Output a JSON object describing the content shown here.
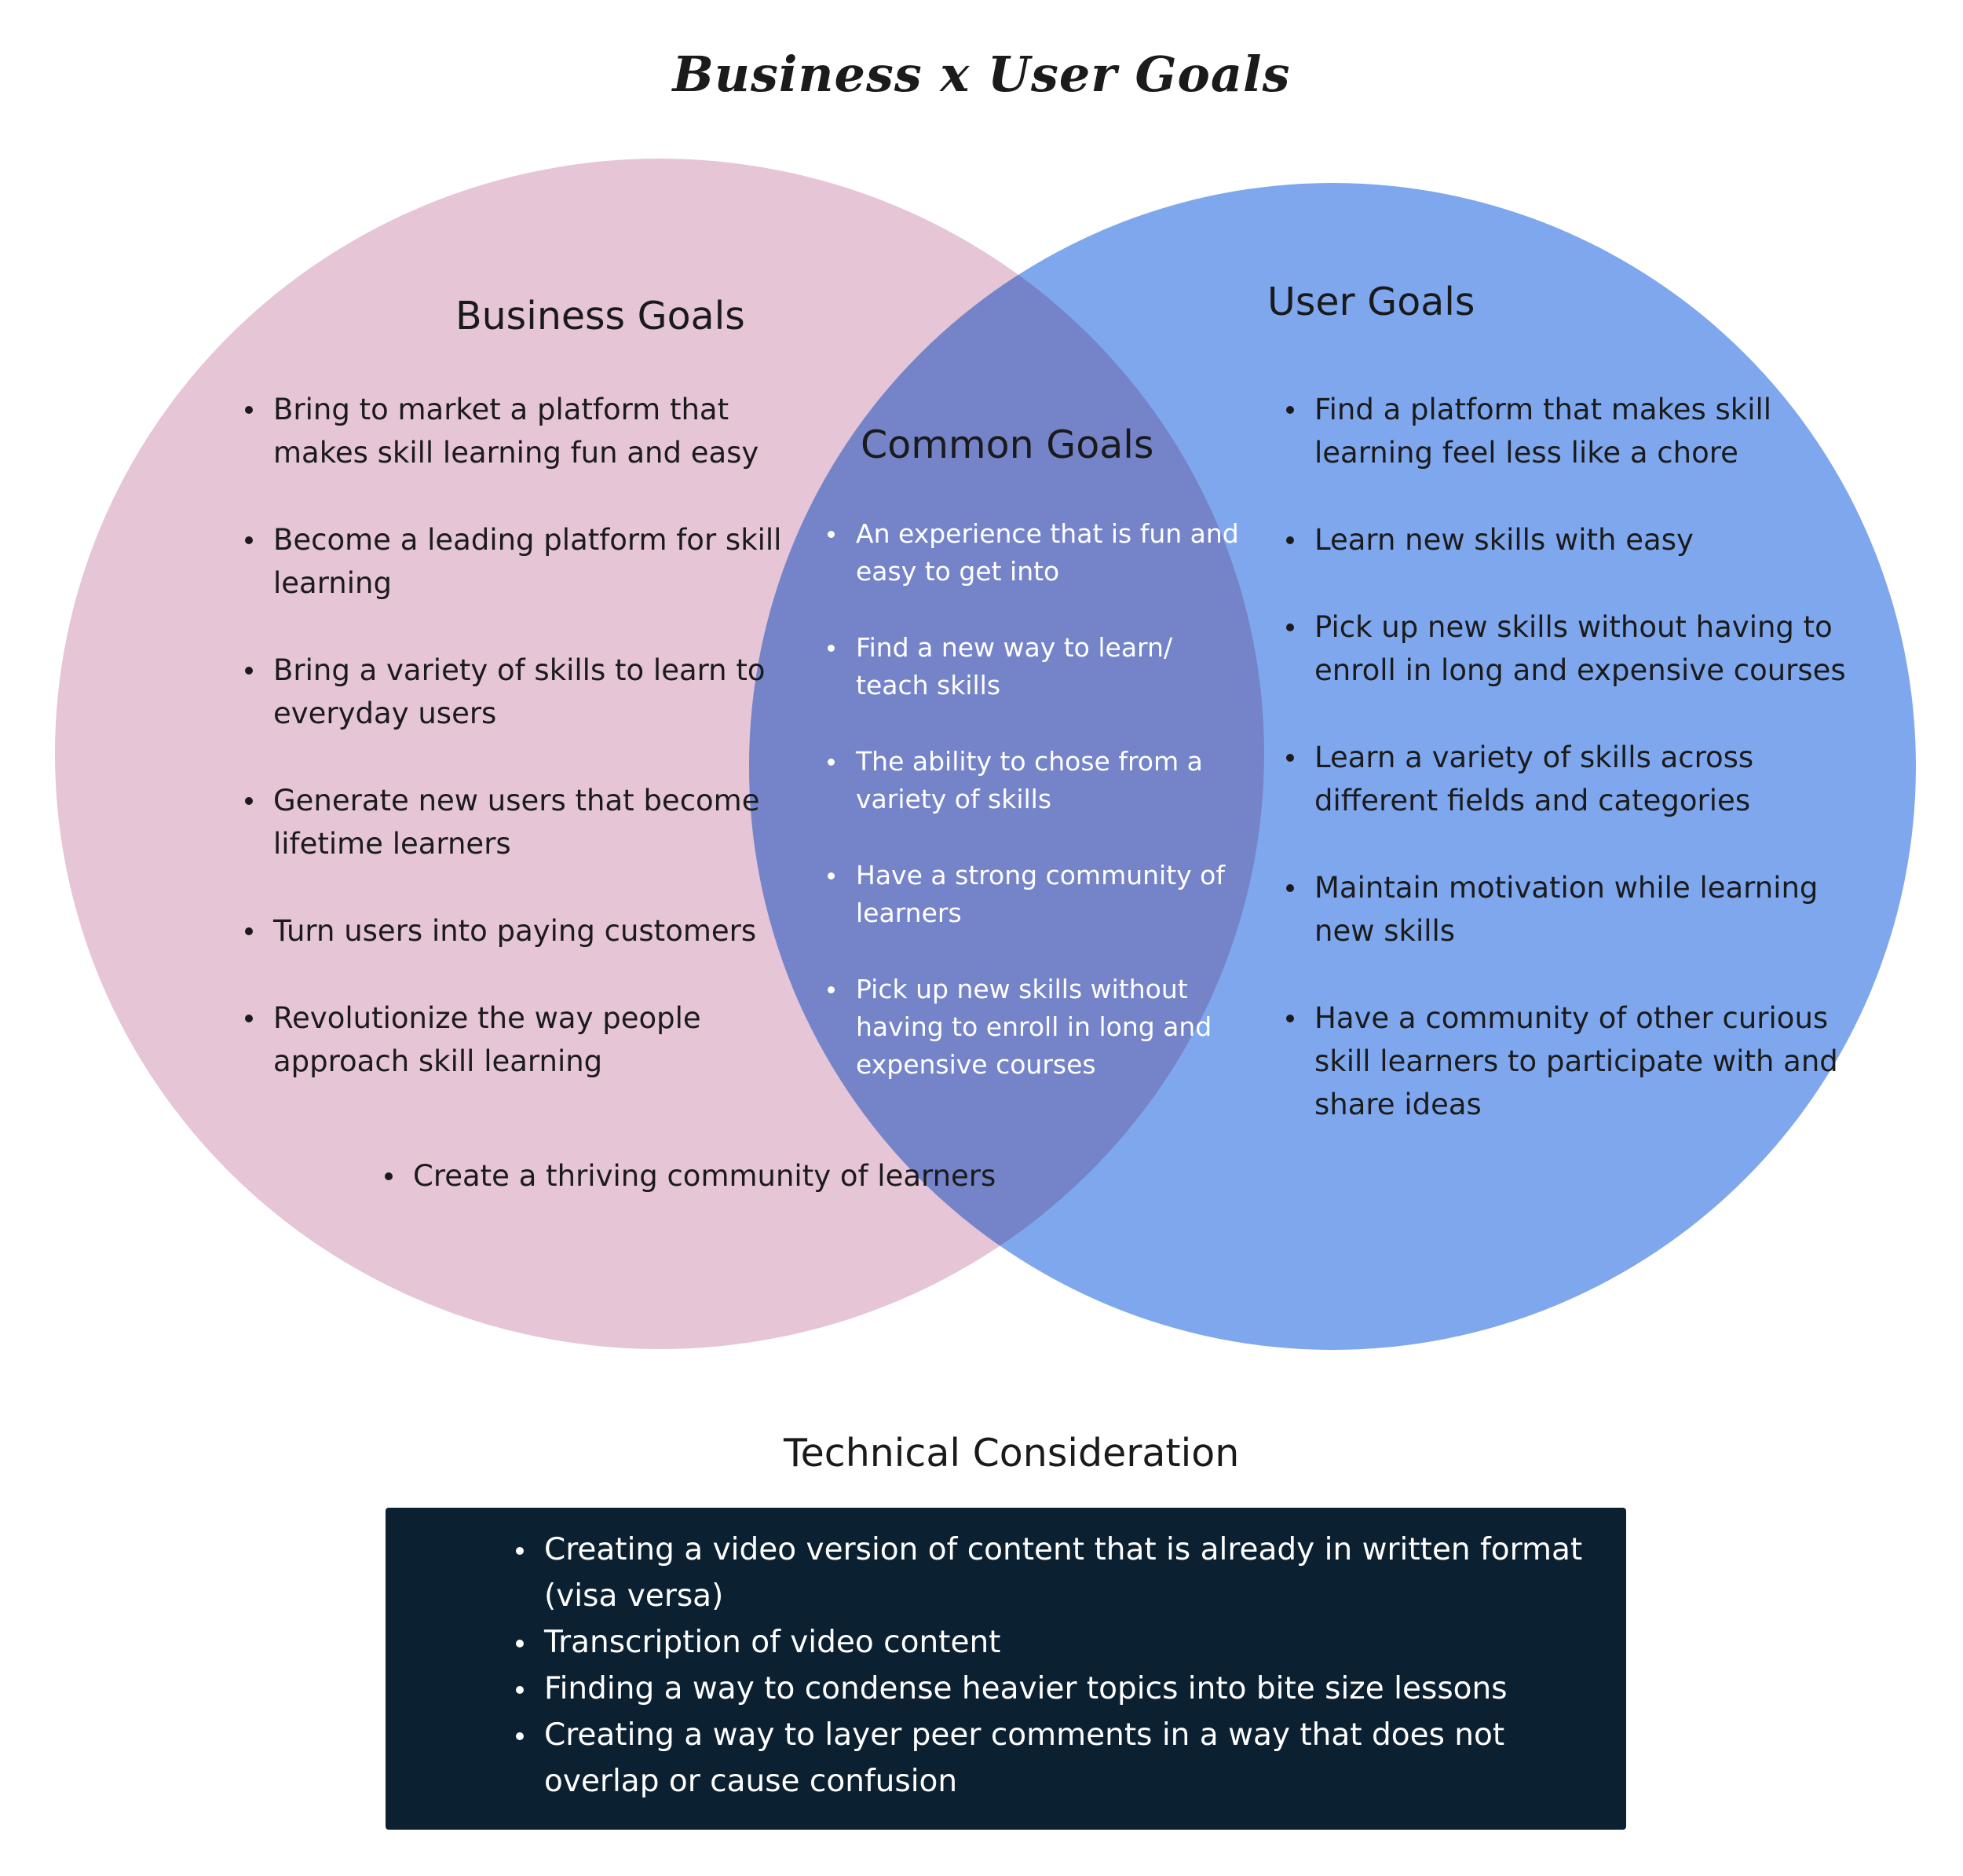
{
  "title": "Business x User Goals",
  "colors": {
    "business_circle": "#e5c5d6",
    "user_circle": "#7fa7ee",
    "overlap": "#7584c9",
    "tech_box": "#0b2031"
  },
  "business": {
    "heading": "Business Goals",
    "items": [
      "Bring to market a platform that makes skill learning fun and easy",
      "Become a leading platform for skill learning",
      "Bring a variety of skills to learn to everyday users",
      "Generate new users that become lifetime learners",
      "Turn users into paying customers",
      "Revolutionize the way people approach skill learning"
    ],
    "extra_item": "Create a thriving community of learners"
  },
  "user": {
    "heading": "User Goals",
    "items": [
      "Find a platform that makes skill learning feel less like a chore",
      "Learn new skills with easy",
      "Pick up new skills without having to enroll in long and expensive courses",
      "Learn a variety of skills across different fields and categories",
      "Maintain motivation while learning new skills",
      "Have a community of other curious skill learners to participate with and share ideas"
    ]
  },
  "common": {
    "heading": "Common Goals",
    "items": [
      "An experience that is fun and easy to get into",
      "Find a new way to learn/ teach skills",
      "The ability to chose from a variety of skills",
      "Have a strong community of learners",
      "Pick up new skills without having to enroll in long and expensive courses"
    ]
  },
  "technical": {
    "heading": "Technical Consideration",
    "items": [
      "Creating a video version of content that is already in written format (visa versa)",
      "Transcription of video content",
      "Finding a way to condense heavier topics into bite size lessons",
      "Creating a way to layer peer comments in a way that does not overlap or cause confusion"
    ]
  }
}
